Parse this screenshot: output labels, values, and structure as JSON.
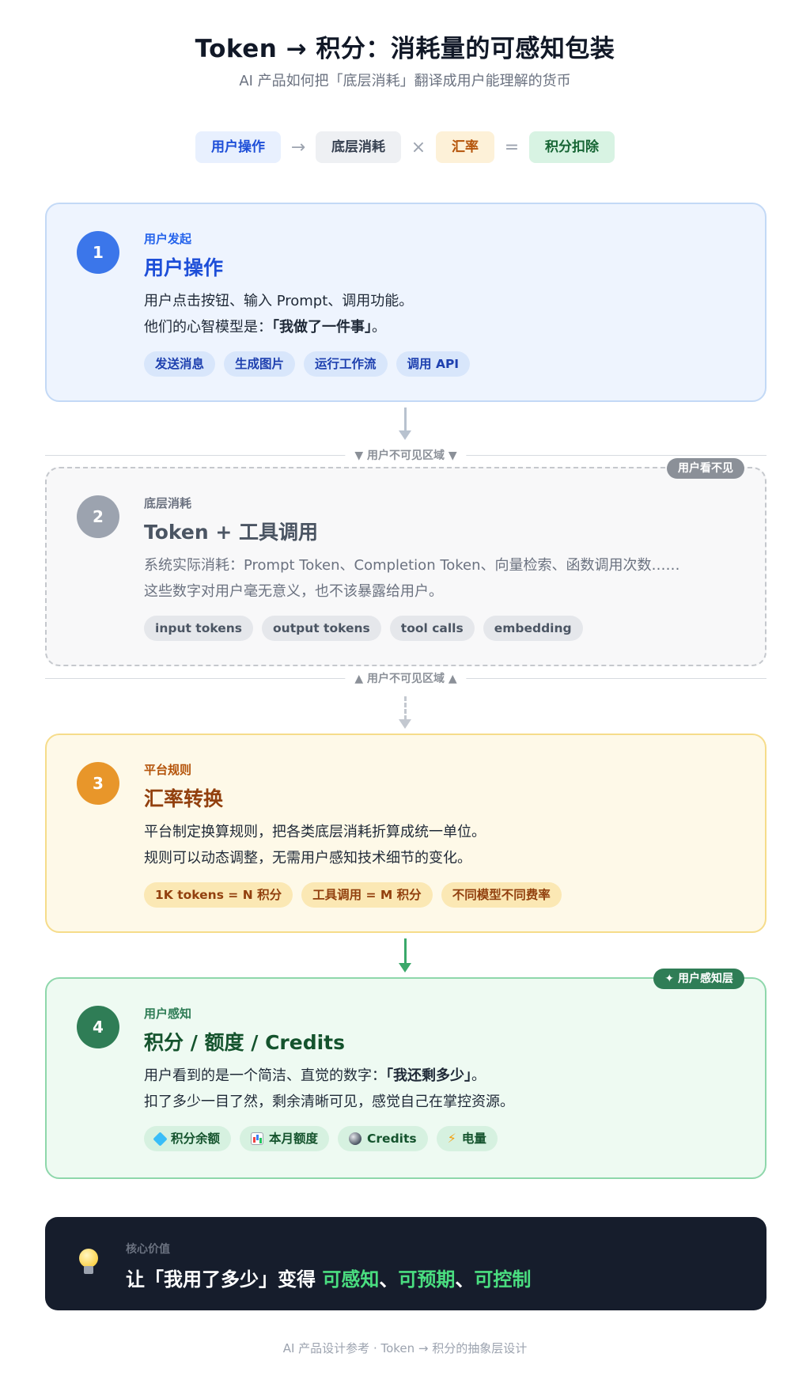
{
  "header": {
    "title": "Token → 积分：消耗量的可感知包装",
    "subtitle": "AI 产品如何把「底层消耗」翻译成用户能理解的货币"
  },
  "formula": {
    "a": "用户操作",
    "op1": "→",
    "b": "底层消耗",
    "op2": "×",
    "c": "汇率",
    "op3": "=",
    "d": "积分扣除"
  },
  "steps": [
    {
      "num": "1",
      "eyebrow": "用户发起",
      "heading": "用户操作",
      "body_line1": "用户点击按钮、输入 Prompt、调用功能。",
      "body_line2_prefix": "他们的心智模型是：",
      "body_line2_emph": "「我做了一件事」",
      "body_line2_suffix": "。",
      "tags": [
        "发送消息",
        "生成图片",
        "运行工作流",
        "调用 API"
      ],
      "color": "#3b76ea"
    },
    {
      "num": "2",
      "eyebrow": "底层消耗",
      "heading": "Token + 工具调用",
      "body_line1": "系统实际消耗：Prompt Token、Completion Token、向量检索、函数调用次数……",
      "body_line2": "这些数字对用户毫无意义，也不该暴露给用户。",
      "tags": [
        "input tokens",
        "output tokens",
        "tool calls",
        "embedding"
      ],
      "badge": "用户看不见",
      "color": "#9ca3af"
    },
    {
      "num": "3",
      "eyebrow": "平台规则",
      "heading": "汇率转换",
      "body_line1": "平台制定换算规则，把各类底层消耗折算成统一单位。",
      "body_line2": "规则可以动态调整，无需用户感知技术细节的变化。",
      "tags": [
        "1K tokens = N 积分",
        "工具调用 = M 积分",
        "不同模型不同费率"
      ],
      "color": "#e8962a"
    },
    {
      "num": "4",
      "eyebrow": "用户感知",
      "heading": "积分 / 额度 / Credits",
      "body_line1_prefix": "用户看到的是一个简洁、直觉的数字：",
      "body_line1_emph": "「我还剩多少」",
      "body_line1_suffix": "。",
      "body_line2": "扣了多少一目了然，剩余清晰可见，感觉自己在掌控资源。",
      "tags": [
        {
          "icon": "gem-icon",
          "label": "积分余额"
        },
        {
          "icon": "bar-chart-icon",
          "label": "本月额度"
        },
        {
          "icon": "coin-icon",
          "label": "Credits"
        },
        {
          "icon": "lightning-icon",
          "label": "电量"
        }
      ],
      "badge": "✦ 用户感知层",
      "color": "#2f7d56"
    }
  ],
  "zones": {
    "top": "▼ 用户不可见区域 ▼",
    "bottom": "▲ 用户不可见区域 ▲"
  },
  "value": {
    "icon": "lightbulb-icon",
    "eyebrow": "核心价值",
    "prefix": "让「我用了多少」变得 ",
    "h1": "可感知",
    "sep1": "、",
    "h2": "可预期",
    "sep2": "、",
    "h3": "可控制"
  },
  "footer": "AI 产品设计参考 · Token → 积分的抽象层设计"
}
